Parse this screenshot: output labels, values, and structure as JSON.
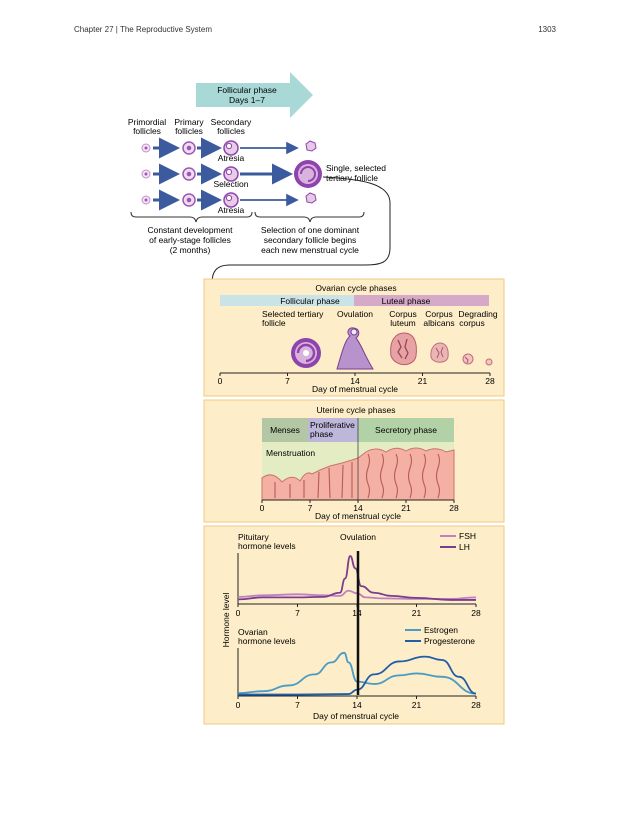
{
  "header": {
    "chapter": "Chapter 27 | The Reproductive System",
    "page_number": "1303"
  },
  "top": {
    "arrow_line1": "Follicular phase",
    "arrow_line2": "Days 1–7",
    "col1_l1": "Primordial",
    "col1_l2": "follicles",
    "col2_l1": "Primary",
    "col2_l1b": "follicles",
    "col3_l1": "Secondary",
    "col3_l2": "follicles",
    "atresia": "Atresia",
    "selection": "Selection",
    "single_l1": "Single, selected",
    "single_l2": "tertiary follicle",
    "brace_left_l1": "Constant development",
    "brace_left_l2": "of early-stage follicles",
    "brace_left_l3": "(2 months)",
    "brace_right_l1": "Selection of one dominant",
    "brace_right_l2": "secondary follicle begins",
    "brace_right_l3": "each new menstrual cycle"
  },
  "ovarian": {
    "title": "Ovarian cycle phases",
    "follicular": "Follicular phase",
    "luteal": "Luteal phase",
    "lbl_selected_l1": "Selected tertiary",
    "lbl_selected_l2": "follicle",
    "lbl_ovulation": "Ovulation",
    "lbl_corpus_luteum_l1": "Corpus",
    "lbl_corpus_luteum_l2": "luteum",
    "lbl_corpus_albicans_l1": "Corpus",
    "lbl_corpus_albicans_l2": "albicans",
    "lbl_degrading_l1": "Degrading",
    "lbl_degrading_l2": "corpus",
    "ticks": [
      "0",
      "7",
      "14",
      "21",
      "28"
    ],
    "xlabel": "Day of menstrual cycle"
  },
  "uterine": {
    "title": "Uterine cycle phases",
    "menses": "Menses",
    "proliferative_l1": "Proliferative",
    "proliferative_l2": "phase",
    "secretory": "Secretory phase",
    "menstruation": "Menstruation",
    "ticks": [
      "0",
      "7",
      "14",
      "21",
      "28"
    ],
    "xlabel": "Day of menstrual cycle"
  },
  "hormone": {
    "ylabel": "Hormone level",
    "pituitary_l1": "Pituitary",
    "pituitary_l2": "hormone levels",
    "ovulation": "Ovulation",
    "ovarian_l1": "Ovarian",
    "ovarian_l2": "hormone levels",
    "ticks": [
      "0",
      "7",
      "14",
      "21",
      "28"
    ],
    "xlabel": "Day of menstrual cycle",
    "legend": {
      "fsh": "FSH",
      "lh": "LH",
      "estrogen": "Estrogen",
      "progesterone": "Progesterone"
    }
  },
  "colors": {
    "fsh": "#c080c0",
    "lh": "#7a3d8f",
    "estrogen": "#4a9cc4",
    "progesterone": "#1f5fa8",
    "panel_bg": "#fdedc8",
    "panel_border": "#f2c880",
    "follicular_bar": "#c9e3e6",
    "luteal_bar": "#d7a9c8",
    "arrow": "#a9d9d6",
    "follicle_arrow": "#3b5b9e"
  },
  "chart_data": [
    {
      "type": "line",
      "title": "Pituitary hormone levels",
      "xlabel": "",
      "ylabel": "Hormone level",
      "xlim": [
        0,
        28
      ],
      "ylim": [
        0,
        10
      ],
      "series": [
        {
          "name": "FSH",
          "x": [
            0,
            3,
            7,
            10,
            12,
            13,
            14,
            15,
            17,
            21,
            25,
            28
          ],
          "values": [
            1.4,
            1.7,
            1.9,
            1.7,
            1.6,
            2.6,
            2.1,
            1.3,
            1.1,
            1.0,
            1.0,
            1.3
          ]
        },
        {
          "name": "LH",
          "x": [
            0,
            3,
            7,
            10,
            12,
            12.6,
            13.2,
            13.8,
            14.5,
            16,
            18,
            21,
            25,
            28
          ],
          "values": [
            0.9,
            1.3,
            1.3,
            1.4,
            2.2,
            5.0,
            9.4,
            7.0,
            3.5,
            2.2,
            1.6,
            1.2,
            0.8,
            0.8
          ]
        }
      ]
    },
    {
      "type": "line",
      "title": "Ovarian hormone levels",
      "xlabel": "Day of menstrual cycle",
      "ylabel": "Hormone level",
      "xlim": [
        0,
        28
      ],
      "ylim": [
        0,
        10
      ],
      "series": [
        {
          "name": "Estrogen",
          "x": [
            0,
            3,
            6,
            9,
            11,
            12.5,
            13,
            14,
            16,
            19,
            21,
            24,
            28
          ],
          "values": [
            0.6,
            1.0,
            2.2,
            4.5,
            7.0,
            9.0,
            7.0,
            3.0,
            2.5,
            4.3,
            4.7,
            4.0,
            0.5
          ]
        },
        {
          "name": "Progesterone",
          "x": [
            0,
            7,
            13,
            14,
            16,
            19,
            22,
            24,
            26,
            28
          ],
          "values": [
            0.3,
            0.3,
            0.4,
            1.3,
            4.5,
            7.2,
            8.2,
            7.5,
            4.0,
            0.5
          ]
        }
      ]
    }
  ]
}
